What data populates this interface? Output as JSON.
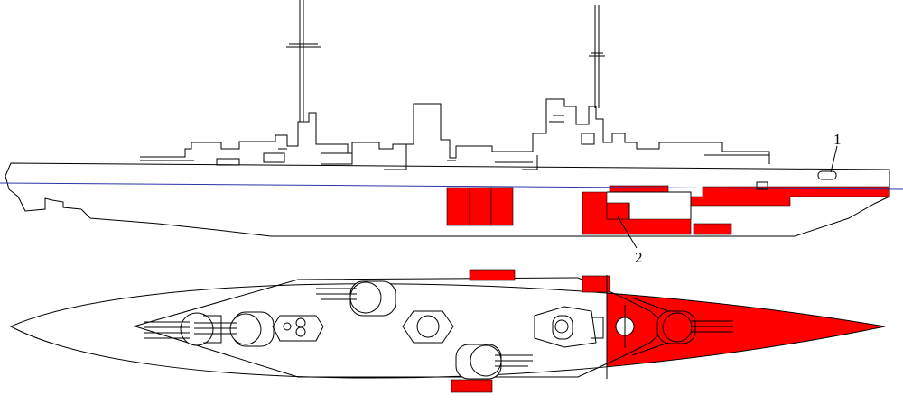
{
  "colors": {
    "outline": "#000000",
    "damage": "#ff0000",
    "waterline": "#2b35a8",
    "background": "#ffffff"
  },
  "callouts": [
    {
      "id": "1",
      "label": "1"
    },
    {
      "id": "2",
      "label": "2"
    }
  ]
}
